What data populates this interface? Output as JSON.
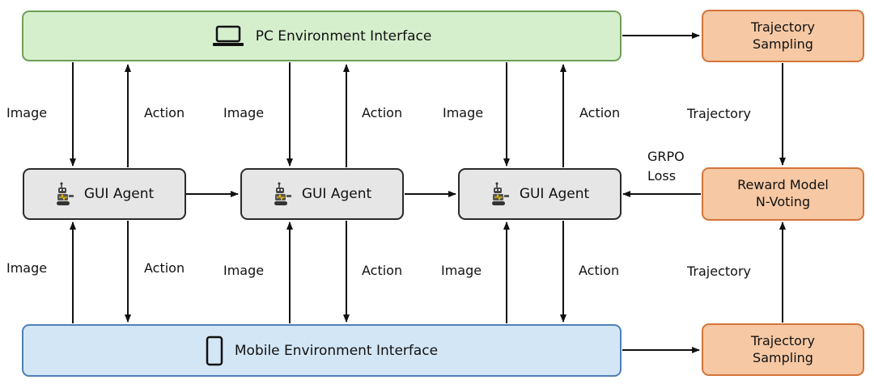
{
  "pc_env": {
    "label": "PC Environment Interface",
    "icon": "laptop-icon"
  },
  "mobile_env": {
    "label": "Mobile Environment Interface",
    "icon": "phone-icon"
  },
  "agents": [
    {
      "label": "GUI Agent",
      "icon": "robot-icon"
    },
    {
      "label": "GUI Agent",
      "icon": "robot-icon"
    },
    {
      "label": "GUI Agent",
      "icon": "robot-icon"
    }
  ],
  "right": {
    "top_sampling": {
      "line1": "Trajectory",
      "line2": "Sampling"
    },
    "reward": {
      "line1": "Reward Model",
      "line2": "N-Voting"
    },
    "bottom_sampling": {
      "line1": "Trajectory",
      "line2": "Sampling"
    },
    "traj_top": "Trajectory",
    "traj_bottom": "Trajectory",
    "grpo_line1": "GRPO",
    "grpo_line2": "Loss"
  },
  "edge_labels": {
    "image": "Image",
    "action": "Action"
  },
  "colors": {
    "pc_fill": "#d5efcd",
    "pc_border": "#6f9e55",
    "mobile_fill": "#d3e6f6",
    "mobile_border": "#4e7fb5",
    "agent_fill": "#e6e6e6",
    "orange_fill": "#f6c8a4",
    "orange_border": "#d4753a"
  }
}
